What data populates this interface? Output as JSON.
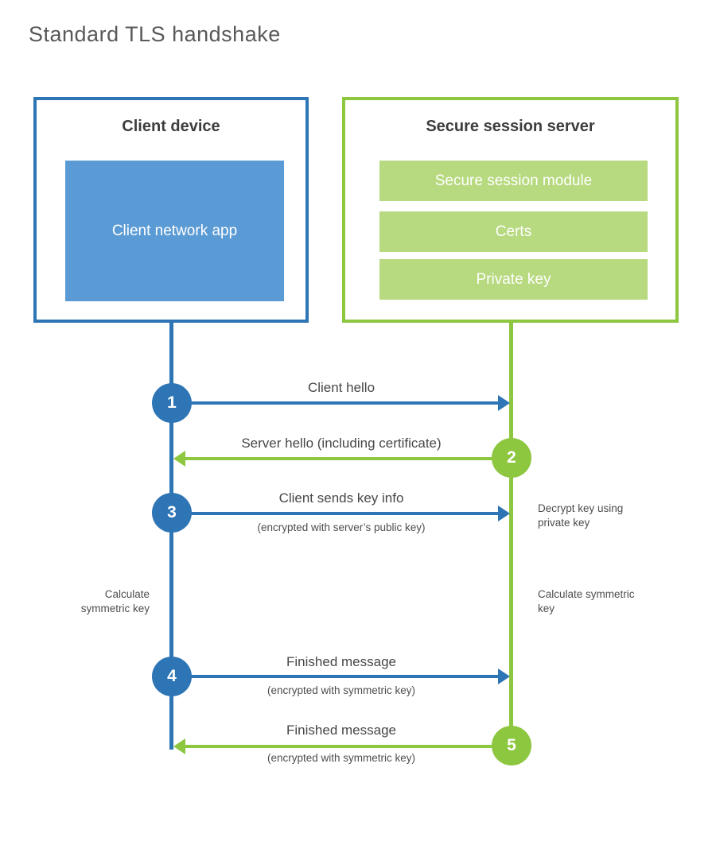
{
  "title": "Standard TLS handshake",
  "colors": {
    "client_accent": "#2e75b6",
    "client_fill": "#5b9bd5",
    "server_accent": "#8dc63f",
    "server_fill": "#b7d97f",
    "heading_text": "#3d3d3d",
    "label_text": "#474747",
    "title_text": "#595959"
  },
  "client": {
    "title": "Client device",
    "app_label": "Client network app"
  },
  "server": {
    "title": "Secure session server",
    "modules": [
      "Secure session module",
      "Certs",
      "Private key"
    ]
  },
  "steps": [
    {
      "num": "1",
      "label": "Client hello",
      "sublabel": "",
      "direction": "right",
      "from": "client",
      "to": "server"
    },
    {
      "num": "2",
      "label": "Server hello (including certificate)",
      "sublabel": "",
      "direction": "left",
      "from": "server",
      "to": "client"
    },
    {
      "num": "3",
      "label": "Client sends key info",
      "sublabel": "(encrypted with server’s public key)",
      "direction": "right",
      "from": "client",
      "to": "server"
    },
    {
      "num": "4",
      "label": "Finished message",
      "sublabel": "(encrypted with symmetric key)",
      "direction": "right",
      "from": "client",
      "to": "server"
    },
    {
      "num": "5",
      "label": "Finished message",
      "sublabel": "(encrypted with symmetric key)",
      "direction": "left",
      "from": "server",
      "to": "client"
    }
  ],
  "notes": {
    "decrypt": "Decrypt key using private key",
    "calc_left": "Calculate symmetric key",
    "calc_right": "Calculate symmetric key"
  }
}
